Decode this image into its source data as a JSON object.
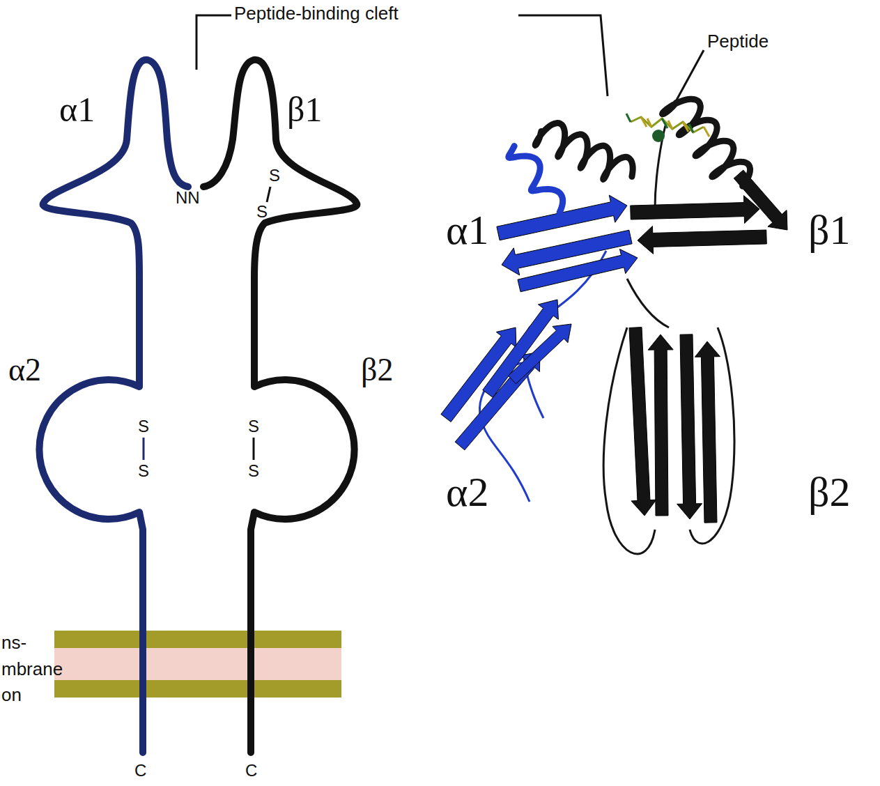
{
  "diagram": {
    "labels": [
      "Peptide-binding cleft",
      "Peptide",
      "α1",
      "β1",
      "NN",
      "S",
      "S",
      "α2",
      "β2",
      "S",
      "S",
      "S",
      "S",
      "ns- mbrane on",
      "C",
      "C",
      "α1",
      "β1",
      "α2",
      "β2"
    ]
  }
}
